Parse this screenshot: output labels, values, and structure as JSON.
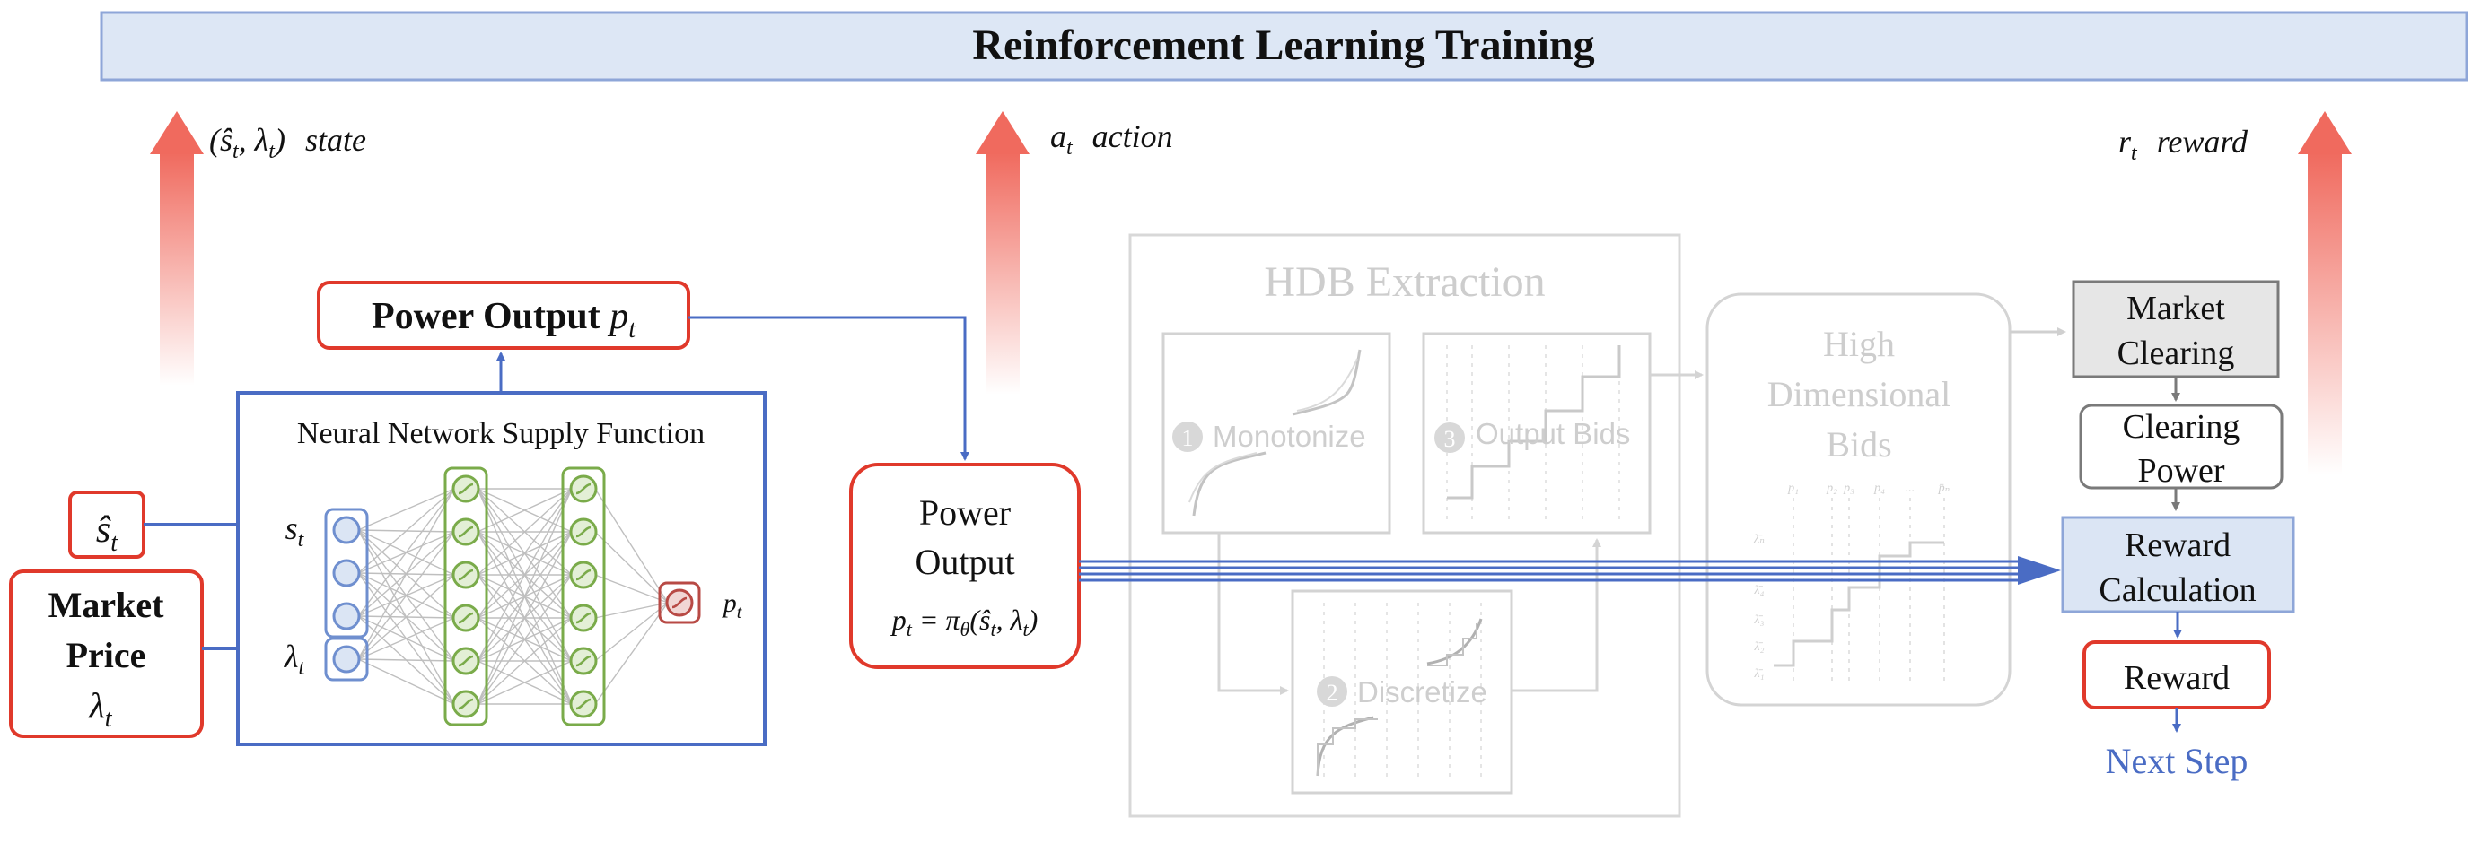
{
  "header": {
    "title": "Reinforcement Learning Training"
  },
  "signals": {
    "state": {
      "symbol": "(ŝ",
      "sub1": "t",
      "mid": ", λ",
      "sub2": "t",
      "close": ")",
      "word": "state"
    },
    "action": {
      "symbol": "a",
      "sub": "t",
      "word": "action"
    },
    "reward": {
      "symbol": "r",
      "sub": "t",
      "word": "reward"
    }
  },
  "inputs": {
    "shat": {
      "symbol": "ŝ",
      "sub": "t"
    },
    "market_price": {
      "line1": "Market",
      "line2": "Price",
      "symbol": "λ",
      "sub": "t"
    }
  },
  "nn": {
    "title": "Neural Network Supply Function",
    "s_label": {
      "symbol": "s",
      "sub": "t"
    },
    "lambda_label": {
      "symbol": "λ",
      "sub": "t"
    },
    "p_label": {
      "symbol": "p",
      "sub": "t"
    }
  },
  "power_output_top": {
    "label": "Power Output ",
    "symbol": "p",
    "sub": "t"
  },
  "power_output_mid": {
    "line1": "Power",
    "line2": "Output",
    "formula": {
      "p": "p",
      "sub": "t",
      "eq": " = π",
      "theta": "θ",
      "args": "(ŝ",
      "s1": "t",
      "mid": ", λ",
      "s2": "t",
      "close": ")"
    }
  },
  "hdb": {
    "title": "HDB Extraction",
    "step1": {
      "num": "1",
      "label": "Monotonize"
    },
    "step2": {
      "num": "2",
      "label": "Discretize"
    },
    "step3": {
      "num": "3",
      "label": "Output Bids"
    },
    "high_dim": {
      "line1": "High",
      "line2": "Dimensional",
      "line3": "Bids"
    },
    "bid_axis_labels": [
      "p₁",
      "p₂",
      "p₃",
      "p₄",
      "...",
      "p̄ₙ"
    ],
    "bid_y_labels": [
      "λ̄ₙ",
      "λ̄₄",
      "λ̄₃",
      "λ̄₂",
      "λ̄₁"
    ]
  },
  "market": {
    "clearing": {
      "line1": "Market",
      "line2": "Clearing"
    },
    "clearing_power": {
      "line1": "Clearing",
      "line2": "Power"
    },
    "reward_calc": {
      "line1": "Reward",
      "line2": "Calculation"
    },
    "reward": "Reward",
    "next_step": "Next Step"
  },
  "colors": {
    "red_box": "#e0392b",
    "blue_line": "#4a6cc4",
    "header_fill": "#dde7f5",
    "header_border": "#8ea6d8",
    "calc_fill": "#dbe5f4",
    "gray_fill": "#e6e6e6",
    "faded": "#d0d0d0",
    "green": "#7aab4a",
    "node_blue": "#6f8fcf",
    "node_red": "#b84a45"
  }
}
